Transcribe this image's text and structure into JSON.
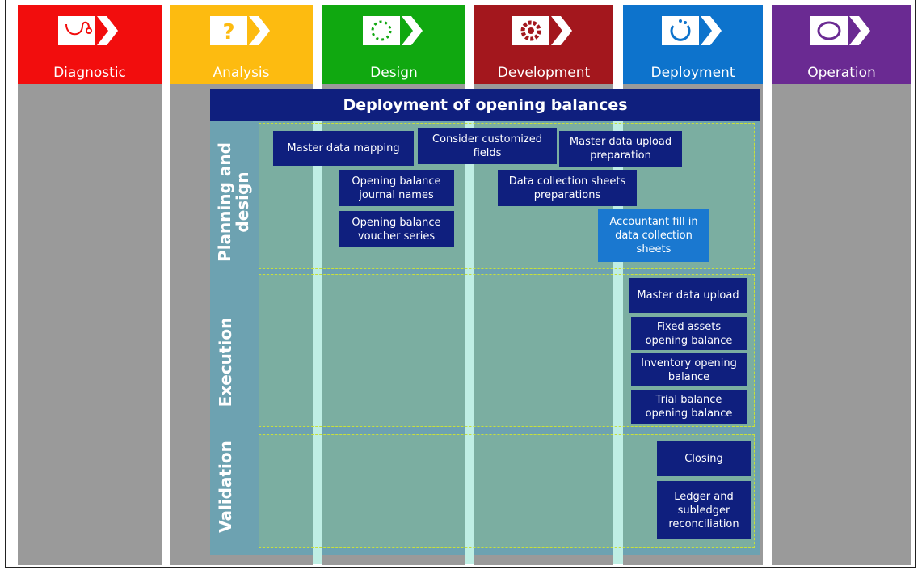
{
  "phases": [
    {
      "label": "Diagnostic",
      "color": "#f20d0d",
      "icon": "stethoscope-icon"
    },
    {
      "label": "Analysis",
      "color": "#fdbb10",
      "icon": "question-icon"
    },
    {
      "label": "Design",
      "color": "#10a810",
      "icon": "dotted-circle-icon"
    },
    {
      "label": "Development",
      "color": "#a3171d",
      "icon": "gear-icon"
    },
    {
      "label": "Deployment",
      "color": "#0d73cc",
      "icon": "refresh-icon"
    },
    {
      "label": "Operation",
      "color": "#6a2a92",
      "icon": "cycle-icon"
    }
  ],
  "banner": "Deployment of opening balances",
  "rows": {
    "planning": "Planning and design",
    "execution": "Execution",
    "validation": "Validation"
  },
  "tasks": {
    "master_data_mapping": "Master data mapping",
    "consider_customized_fields": "Consider customized fields",
    "master_data_upload_preparation": "Master data upload preparation",
    "opening_balance_journal_names": "Opening balance journal names",
    "data_collection_sheets_preparations": "Data collection sheets preparations",
    "opening_balance_voucher_series": "Opening balance voucher series",
    "accountant_fill_in": "Accountant fill in data collection sheets",
    "master_data_upload": "Master data upload",
    "fixed_assets_opening_balance": "Fixed assets opening balance",
    "inventory_opening_balance": "Inventory opening balance",
    "trial_balance_opening_balance": "Trial balance opening balance",
    "closing": "Closing",
    "ledger_reconciliation": "Ledger and subledger reconciliation"
  }
}
